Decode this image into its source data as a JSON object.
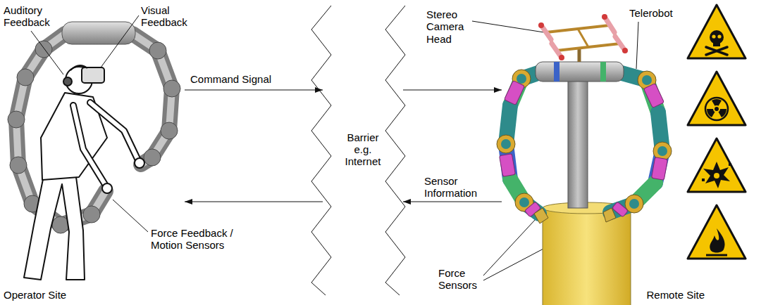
{
  "diagram": {
    "nodes": [
      {
        "text": [
          "Operator Site"
        ]
      },
      {
        "text": [
          "Barrier e.g. Internet"
        ]
      },
      {
        "text": [
          "Remote Site"
        ]
      }
    ],
    "edges": [
      {
        "from": 0,
        "to": 1,
        "arrow": "to",
        "label": "Command Signal"
      },
      {
        "from": 1,
        "to": 2,
        "arrow": "to"
      },
      {
        "from": 2,
        "to": 1,
        "arrow": "to",
        "label": "Sensor Information"
      },
      {
        "from": 1,
        "to": 0,
        "arrow": "to"
      }
    ],
    "labels": [
      "Auditory Feedback",
      "Visual Feedback",
      "Force Feedback / Motion Sensors",
      "Stereo Camera Head",
      "Telerobot",
      "Force Sensors"
    ]
  }
}
